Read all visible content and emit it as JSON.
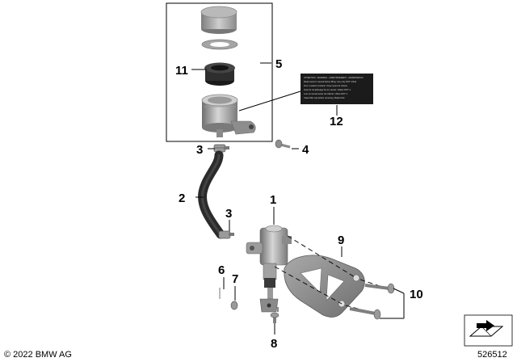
{
  "callouts": {
    "c1": "1",
    "c2": "2",
    "c3a": "3",
    "c3b": "3",
    "c4": "4",
    "c5": "5",
    "c6": "6",
    "c7": "7",
    "c8": "8",
    "c9": "9",
    "c10": "10",
    "c11": "11",
    "c12": "12"
  },
  "warning_label_text": [
    "ATTENTION - WARNING - AVERTISSEMENT - ADVERTENCIA",
    "Read owner's manual before filling. Use only DOT 4 fluid",
    "from a sealed container. Keep reservoir closed.",
    "Avant le remplissage lire le manuel. Utiliser DOT 4.",
    "Leer el manual antes de rellenar. Utilice DOT 4.",
    "Clean filler cap before removing. Brake fluid"
  ],
  "footer": {
    "copyright": "© 2022 BMW AG",
    "image_number": "526512"
  },
  "colors": {
    "line": "#000000",
    "metal": "#8c8c8c",
    "dark": "#2a2a2a"
  }
}
